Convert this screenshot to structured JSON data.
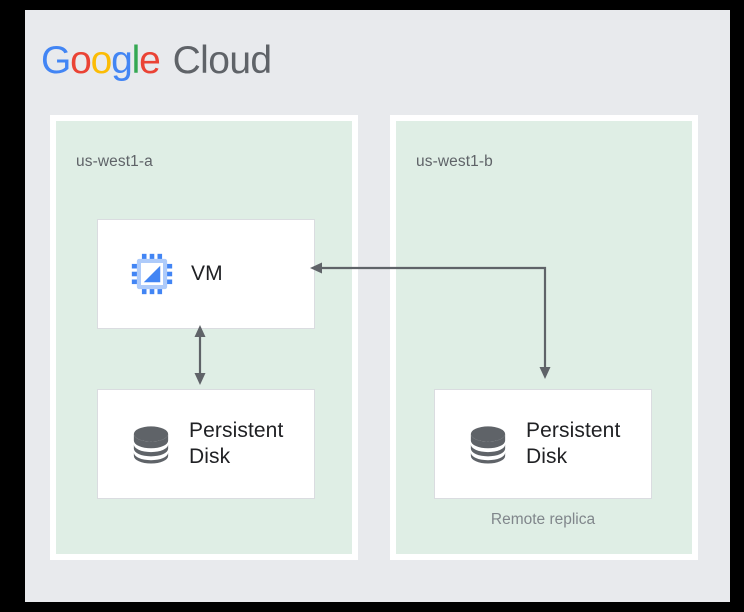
{
  "page": {
    "background_color": "#e8eaed",
    "frame_color": "#000000"
  },
  "brand": {
    "logo_word_1": "Google",
    "logo_word_2": "Cloud",
    "logo_letters": [
      "G",
      "o",
      "o",
      "g",
      "l",
      "e"
    ],
    "logo_colors": [
      "#4285f4",
      "#ea4335",
      "#fbbc05",
      "#4285f4",
      "#34a853",
      "#ea4335"
    ],
    "cloud_color": "#5f6368"
  },
  "zones": [
    {
      "id": "us-west1-a",
      "label": "us-west1-a",
      "fill_color": "#dfeee5",
      "nodes": [
        {
          "id": "vm",
          "label": "VM",
          "icon": "cpu-chip-icon"
        },
        {
          "id": "persistent-disk-primary",
          "label": "Persistent\nDisk",
          "icon": "database-disk-icon"
        }
      ]
    },
    {
      "id": "us-west1-b",
      "label": "us-west1-b",
      "fill_color": "#dfeee5",
      "nodes": [
        {
          "id": "persistent-disk-replica",
          "label": "Persistent\nDisk",
          "icon": "database-disk-icon",
          "caption": "Remote replica"
        }
      ]
    }
  ],
  "connectors": [
    {
      "id": "vm-to-disk-bidirectional",
      "from": "vm",
      "to": "persistent-disk-primary",
      "style": "double-headed-vertical-arrow",
      "color": "#5f6368"
    },
    {
      "id": "replication-path",
      "from": "vm",
      "to": "persistent-disk-replica",
      "style": "elbow-arrow-double-head",
      "color": "#5f6368"
    }
  ],
  "icons": {
    "chip_pin_color": "#4285f4",
    "chip_frame_color": "#aecbfa",
    "chip_core_color": "#4285f4",
    "disk_color": "#5f6368"
  }
}
